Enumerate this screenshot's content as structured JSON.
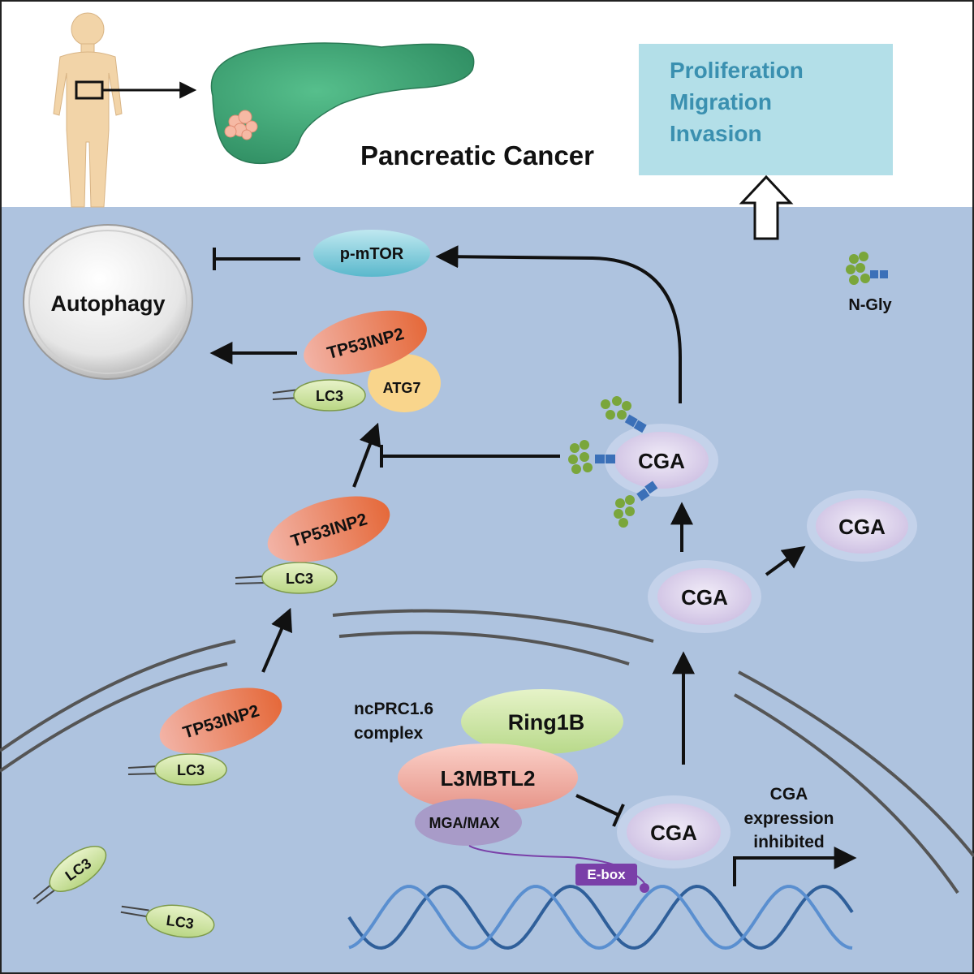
{
  "header": {
    "title": "Pancreatic Cancer",
    "outcomes": [
      "Proliferation",
      "Migration",
      "Invasion"
    ]
  },
  "legend": {
    "nglycan_label": "N-Gly"
  },
  "cytoplasm": {
    "autophagy": "Autophagy",
    "pmtor": "p-mTOR",
    "complex_top": {
      "tp53inp2": "TP53INP2",
      "lc3": "LC3",
      "atg7": "ATG7"
    },
    "complex_mid": {
      "tp53inp2": "TP53INP2",
      "lc3": "LC3"
    },
    "glycosylated_cga": "CGA",
    "secreted_cga": "CGA",
    "cga_mid": "CGA",
    "free_lc3": [
      "LC3",
      "LC3"
    ]
  },
  "nucleus": {
    "complex_nuclear": {
      "tp53inp2": "TP53INP2",
      "lc3": "LC3"
    },
    "ncprc_label": [
      "ncPRC1.6",
      "complex"
    ],
    "ring1b": "Ring1B",
    "l3mbtl2": "L3MBTL2",
    "mgamax": "MGA/MAX",
    "ebox": "E-box",
    "cga_gene": "CGA",
    "expression_note": [
      "CGA",
      "expression",
      "inhibited"
    ]
  },
  "colors": {
    "cell_bg": "#aec3df",
    "organ_green": "#3aa577",
    "outcome_box": "#b3dfe8",
    "outcome_text": "#3a90b0",
    "tp53inp2": "#e9806a",
    "lc3": "#cfe3a3",
    "atg7": "#f9d58c",
    "cga": "#ddd2ec",
    "ring1b": "#cfe7a6",
    "l3mbtl2": "#f0a8a0",
    "mgamax": "#a89bc8",
    "ebox": "#7a3fa8",
    "glycan_green": "#7aa63b",
    "glycan_blue": "#3b70b8"
  }
}
